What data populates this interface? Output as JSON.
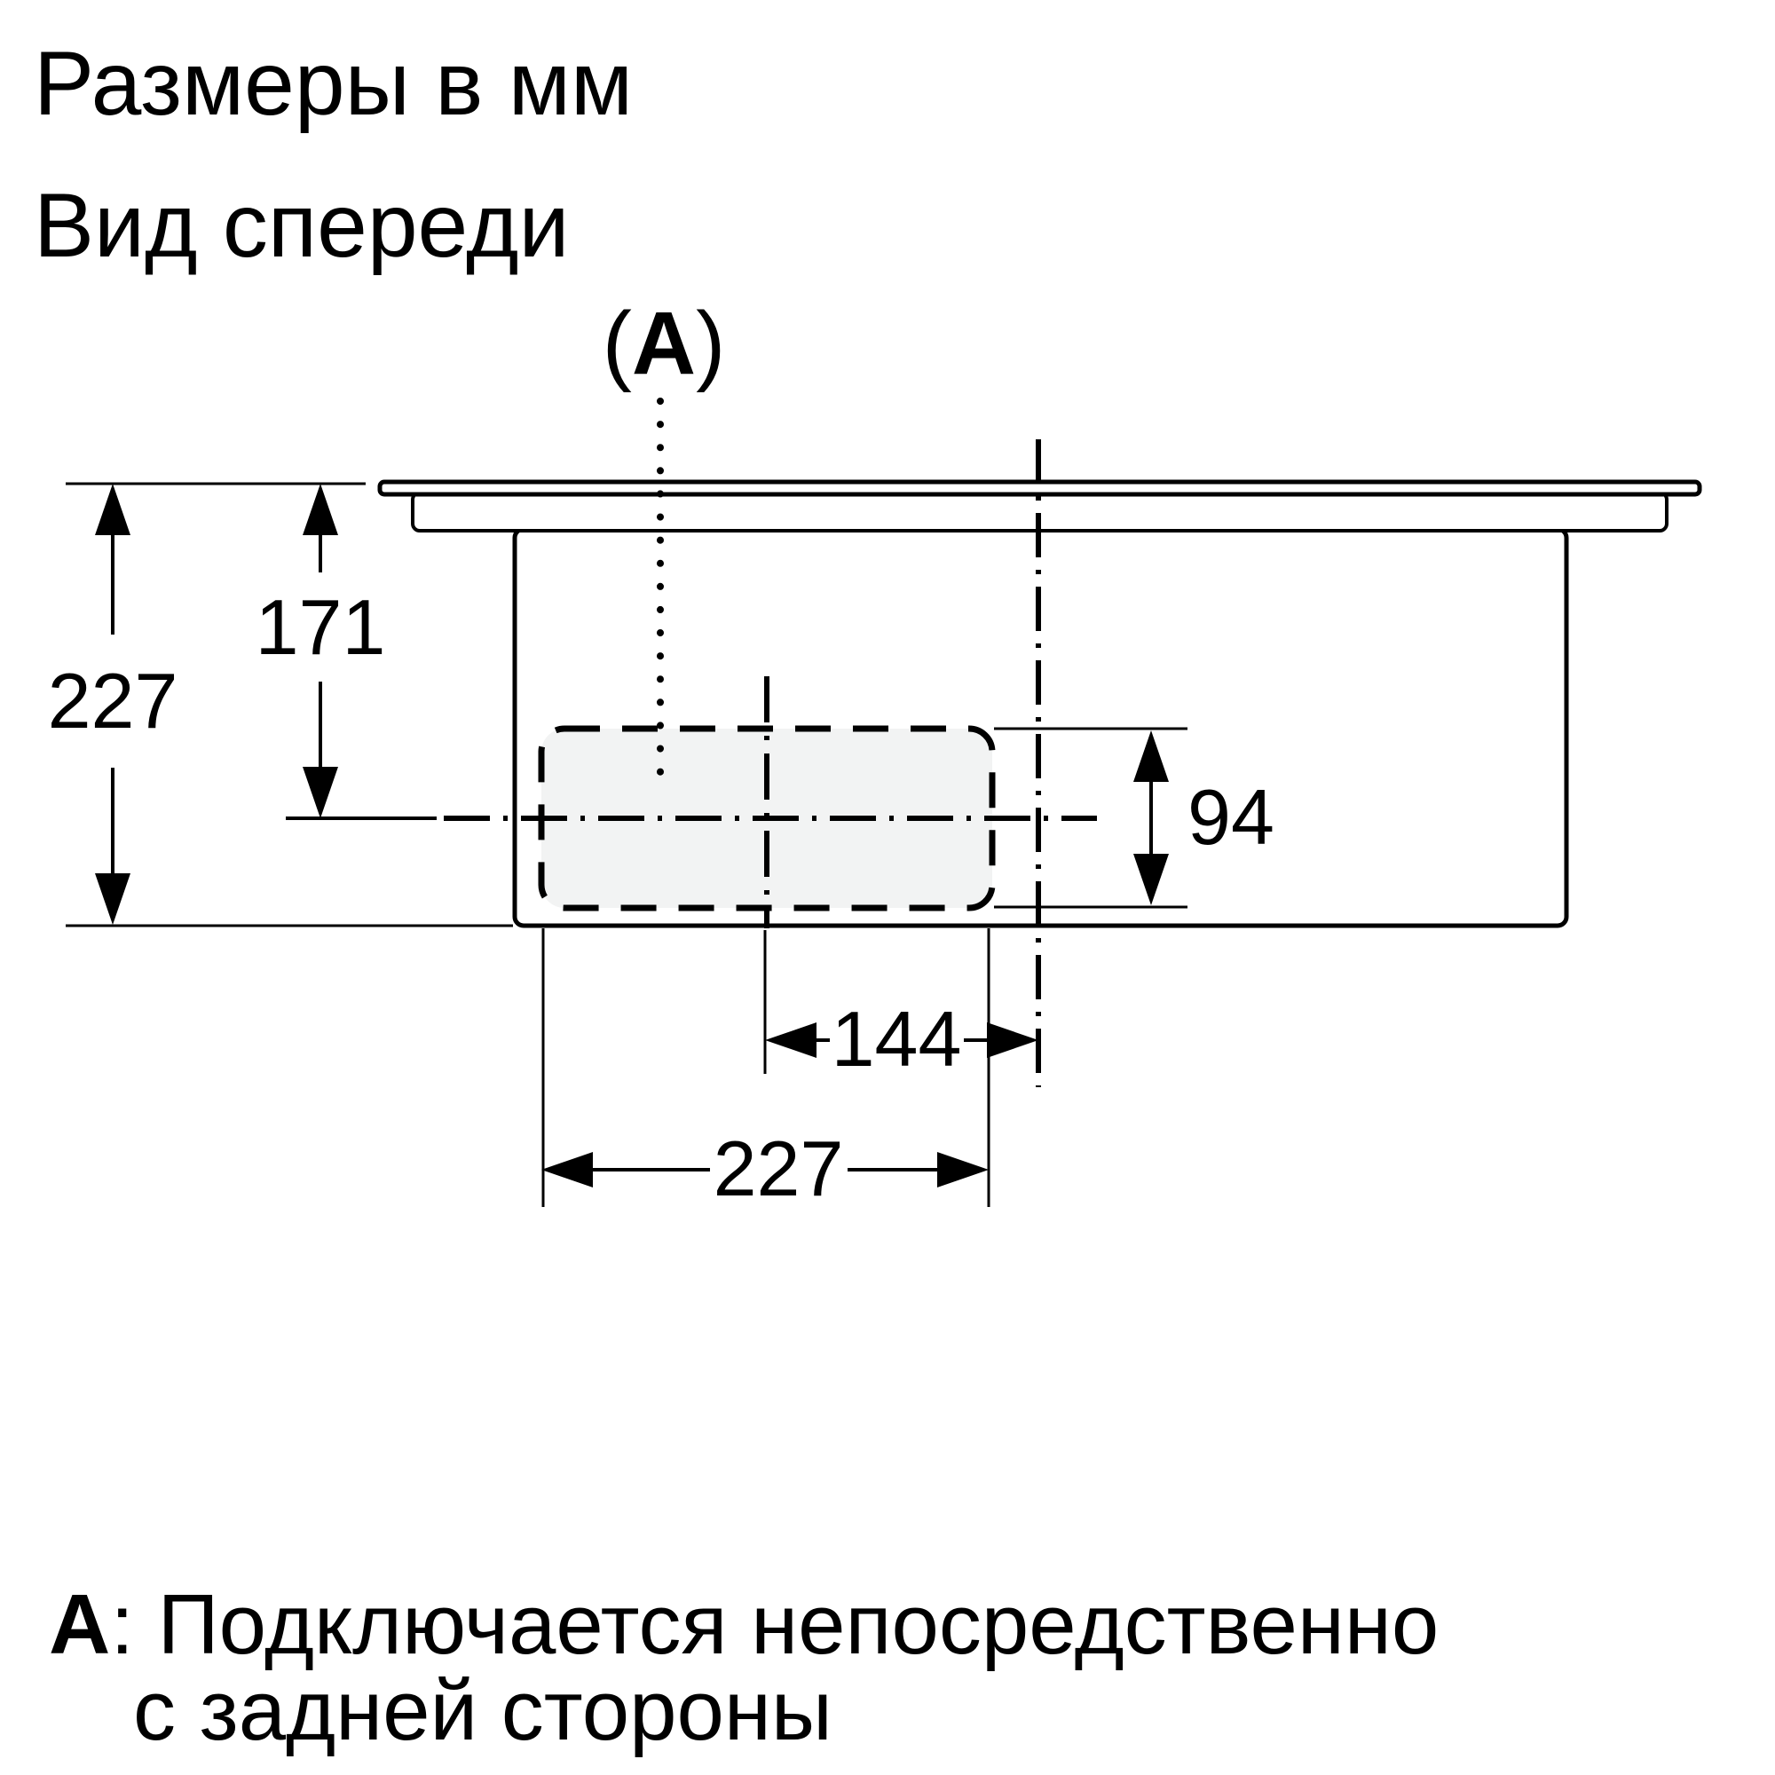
{
  "header": {
    "line1": "Размеры в мм",
    "line2": "Вид спереди"
  },
  "label_a": {
    "open": "(",
    "letter": "A",
    "close": ")"
  },
  "dimensions": {
    "total_height": "227",
    "top_to_duct_center": "171",
    "duct_height": "94",
    "duct_center_to_axis": "144",
    "duct_width": "227"
  },
  "note": {
    "prefix": "A",
    "colon": ":",
    "line1": "Подключается непосредственно",
    "line2": "с задней стороны"
  },
  "colors": {
    "line": "#000000",
    "duct_fill": "#f2f3f3",
    "background": "#ffffff"
  }
}
